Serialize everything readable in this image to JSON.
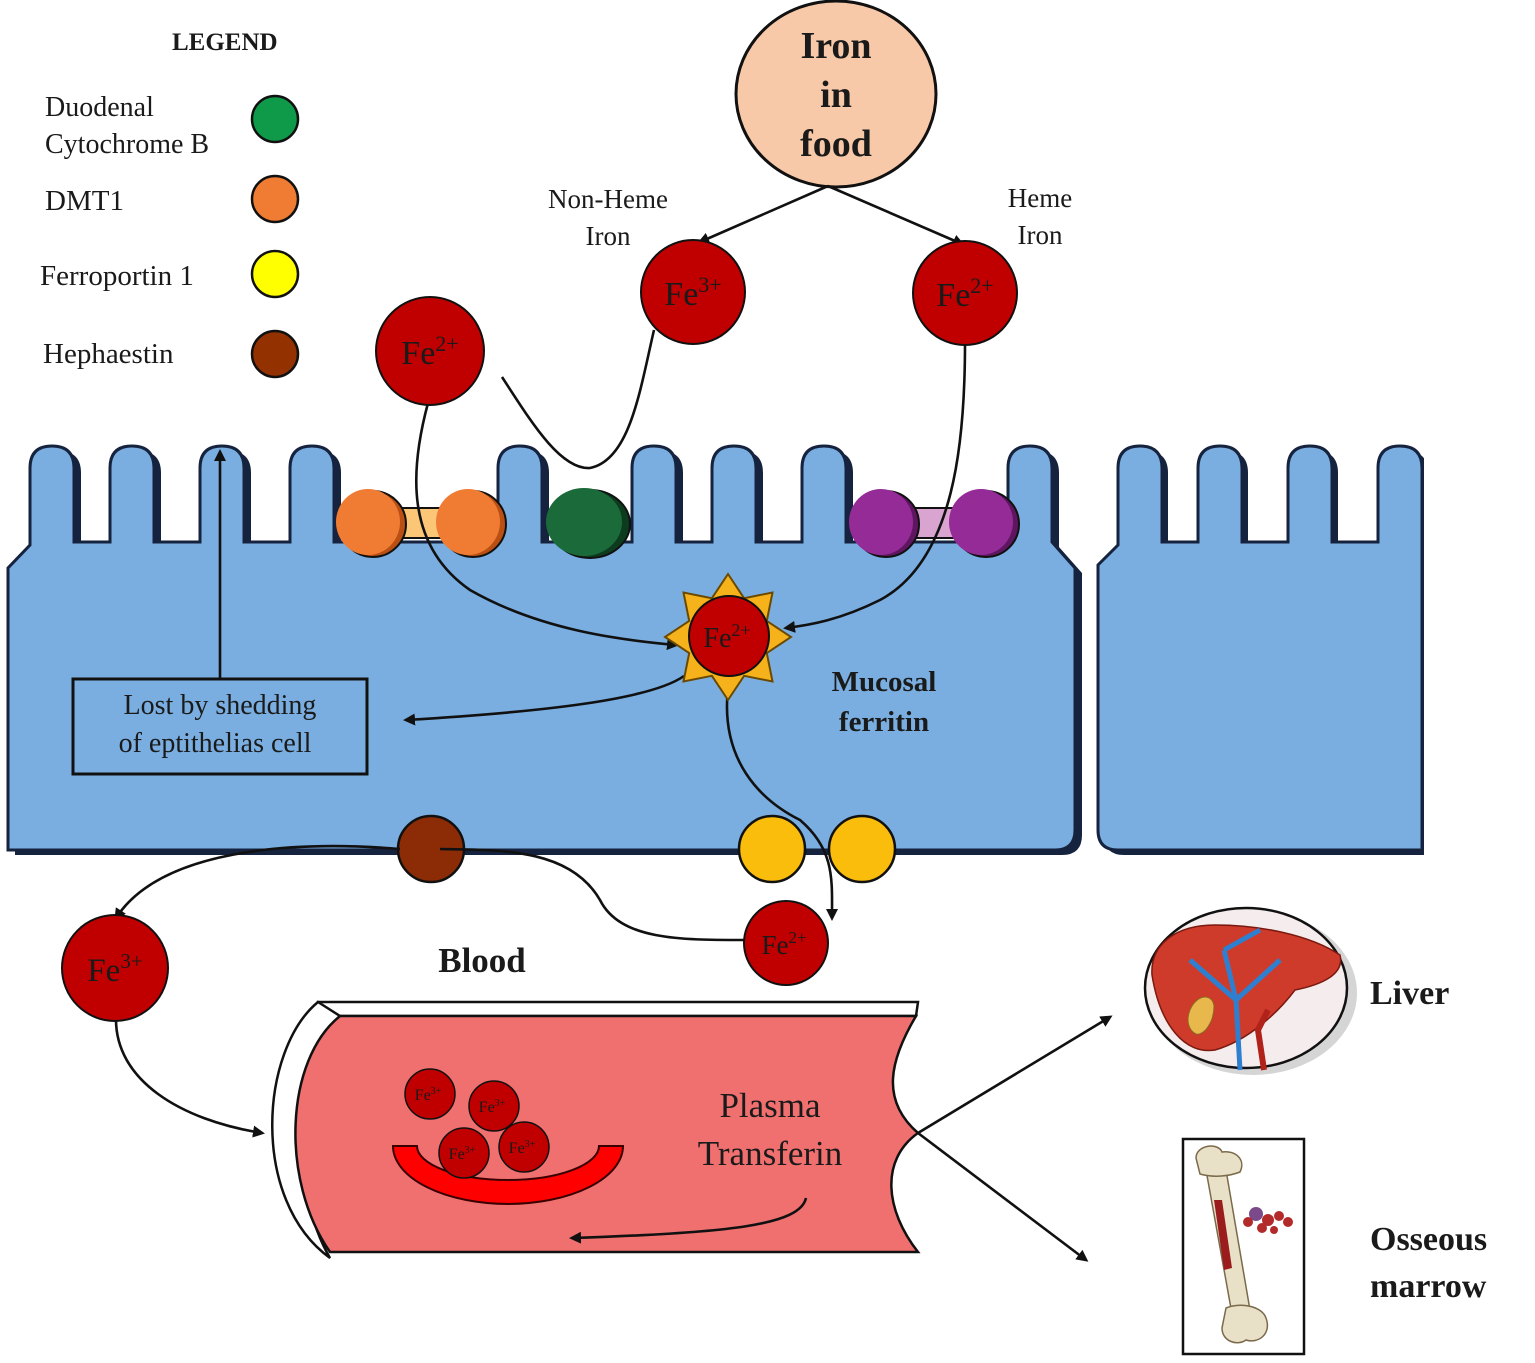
{
  "legend": {
    "title": "LEGEND",
    "items": [
      {
        "label_lines": [
          "Duodenal",
          "Cytochrome B"
        ],
        "color": "#0f9a4a"
      },
      {
        "label_lines": [
          "DMT1"
        ],
        "color": "#f07c33"
      },
      {
        "label_lines": [
          "Ferroportin 1"
        ],
        "color": "#ffff00"
      },
      {
        "label_lines": [
          "Hephaestin"
        ],
        "color": "#933100"
      }
    ]
  },
  "food": {
    "lines": [
      "Iron",
      "in",
      "food"
    ],
    "color": "#f8c9a8"
  },
  "branches": {
    "non_heme": [
      "Non-Heme",
      "Iron"
    ],
    "heme": [
      "Heme",
      "Iron"
    ]
  },
  "ions": {
    "symbol": "Fe",
    "ferric": "3+",
    "ferrous": "2+",
    "color": "#c00000"
  },
  "labels": {
    "mucosal_ferritin": [
      "Mucosal",
      "ferritin"
    ],
    "shedding": [
      "Lost by shedding",
      "of eptithelias cell"
    ],
    "blood": "Blood",
    "transferrin": [
      "Plasma",
      "Transferin"
    ],
    "liver": "Liver",
    "marrow": [
      "Osseous",
      "marrow"
    ]
  },
  "colors": {
    "cell": "#7aaee0",
    "cell_shadow": "#16233f",
    "vessel": "#f07070",
    "transferrin_arc": "#ff0000",
    "ferritin_star": "#f5b21b",
    "heme_carrier": "#952b96",
    "dmt1_bridge": "#fbc777",
    "heme_bridge": "#d9a4cf",
    "cytochrome_b": "#1b6b3a",
    "ferroportin": "#fbbd0c",
    "hephaestin": "#8c2c07"
  }
}
